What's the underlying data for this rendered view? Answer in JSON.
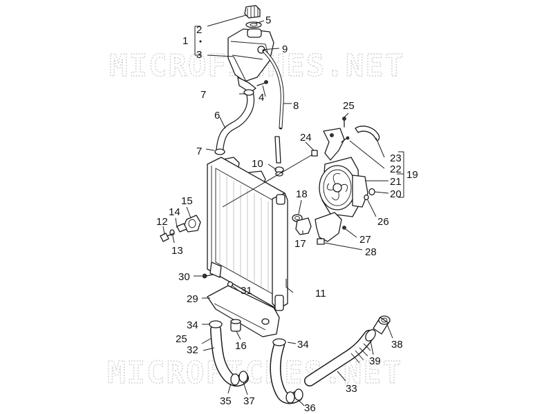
{
  "watermark": "MICROFICHES.NET",
  "callouts": [
    {
      "id": "c1",
      "label": "1"
    },
    {
      "id": "c2",
      "label": "2"
    },
    {
      "id": "c3",
      "label": "3"
    },
    {
      "id": "c4",
      "label": "4"
    },
    {
      "id": "c5",
      "label": "5"
    },
    {
      "id": "c6",
      "label": "6"
    },
    {
      "id": "c7a",
      "label": "7"
    },
    {
      "id": "c7b",
      "label": "7"
    },
    {
      "id": "c8",
      "label": "8"
    },
    {
      "id": "c9",
      "label": "9"
    },
    {
      "id": "c10",
      "label": "10"
    },
    {
      "id": "c11",
      "label": "11"
    },
    {
      "id": "c12",
      "label": "12"
    },
    {
      "id": "c13",
      "label": "13"
    },
    {
      "id": "c14",
      "label": "14"
    },
    {
      "id": "c15",
      "label": "15"
    },
    {
      "id": "c16",
      "label": "16"
    },
    {
      "id": "c17",
      "label": "17"
    },
    {
      "id": "c18",
      "label": "18"
    },
    {
      "id": "c19",
      "label": "19"
    },
    {
      "id": "c20",
      "label": "20"
    },
    {
      "id": "c21",
      "label": "21"
    },
    {
      "id": "c22",
      "label": "22"
    },
    {
      "id": "c23",
      "label": "23"
    },
    {
      "id": "c24",
      "label": "24"
    },
    {
      "id": "c25a",
      "label": "25"
    },
    {
      "id": "c25b",
      "label": "25"
    },
    {
      "id": "c26",
      "label": "26"
    },
    {
      "id": "c27",
      "label": "27"
    },
    {
      "id": "c28",
      "label": "28"
    },
    {
      "id": "c29",
      "label": "29"
    },
    {
      "id": "c30",
      "label": "30"
    },
    {
      "id": "c31",
      "label": "31"
    },
    {
      "id": "c32",
      "label": "32"
    },
    {
      "id": "c33",
      "label": "33"
    },
    {
      "id": "c34a",
      "label": "34"
    },
    {
      "id": "c34b",
      "label": "34"
    },
    {
      "id": "c35",
      "label": "35"
    },
    {
      "id": "c36",
      "label": "36"
    },
    {
      "id": "c37",
      "label": "37"
    },
    {
      "id": "c38",
      "label": "38"
    },
    {
      "id": "c39",
      "label": "39"
    }
  ]
}
